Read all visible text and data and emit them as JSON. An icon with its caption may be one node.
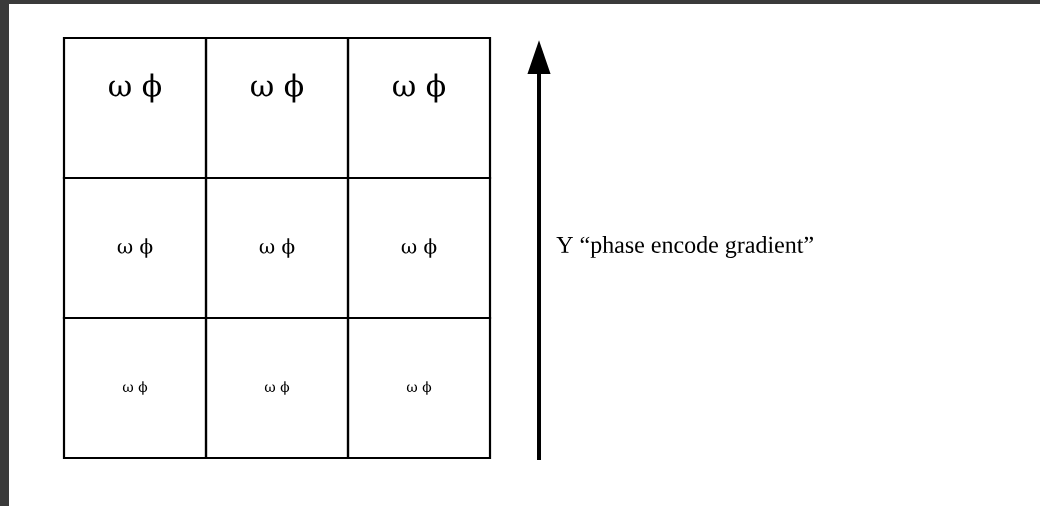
{
  "diagram": {
    "nodes": [
      {
        "text": [
          "ω ϕ"
        ]
      },
      {
        "text": [
          "ω ϕ"
        ]
      },
      {
        "text": [
          "ω ϕ"
        ]
      },
      {
        "text": [
          "ω  ϕ"
        ]
      },
      {
        "text": [
          "ω  ϕ"
        ]
      },
      {
        "text": [
          "ω  ϕ"
        ]
      },
      {
        "text": [
          "ω   ϕ"
        ]
      },
      {
        "text": [
          "ω   ϕ"
        ]
      },
      {
        "text": [
          "ω   ϕ"
        ]
      }
    ],
    "edges": [],
    "labels": [
      "Y “phase encode gradient”"
    ]
  }
}
